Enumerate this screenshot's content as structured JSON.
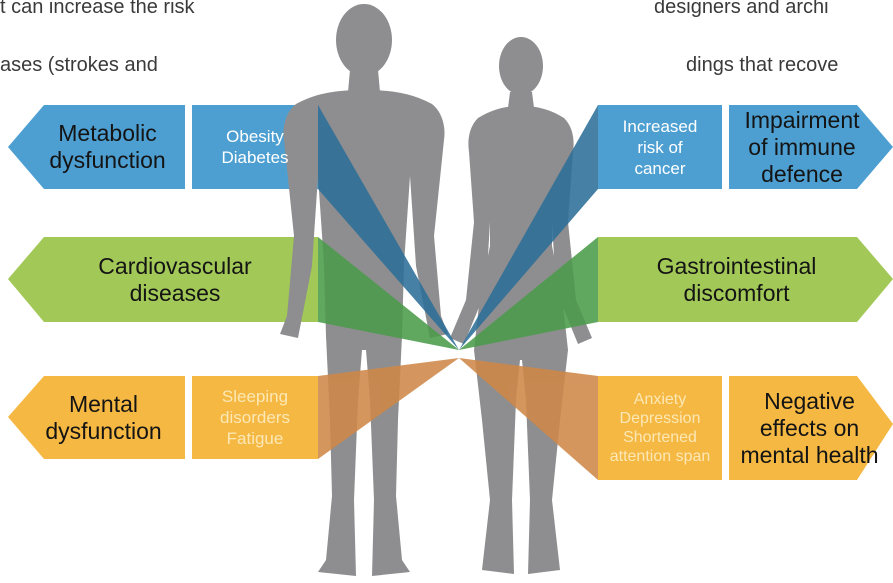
{
  "background_text": {
    "line1": "t can increase the risk",
    "line2": "ases (strokes and",
    "line3": "designers and archi",
    "line4": "dings that recove"
  },
  "colors": {
    "blue": "#4d9fd2",
    "green": "#a2c857",
    "orange": "#f4b843",
    "silhouette": "#8e8e90",
    "beam_blue": "#2d6f98",
    "beam_green": "#4b9b4b",
    "beam_orange": "#cf8848"
  },
  "left": {
    "metabolic": {
      "lines": [
        "Metabolic",
        "dysfunction"
      ]
    },
    "obesity": {
      "lines": [
        "Obesity",
        "Diabetes"
      ]
    },
    "cardio": {
      "lines": [
        "Cardiovascular",
        "diseases"
      ]
    },
    "mental": {
      "lines": [
        "Mental",
        "dysfunction"
      ]
    },
    "sleeping": {
      "lines": [
        "Sleeping",
        "disorders",
        "Fatigue"
      ]
    }
  },
  "right": {
    "cancer": {
      "lines": [
        "Increased",
        "risk of",
        "cancer"
      ]
    },
    "immune": {
      "lines": [
        "Impairment",
        "of immune",
        "defence"
      ]
    },
    "gastro": {
      "lines": [
        "Gastrointestinal",
        "discomfort"
      ]
    },
    "anxiety": {
      "lines": [
        "Anxiety",
        "Depression",
        "Shortened",
        "attention span"
      ]
    },
    "negative": {
      "lines": [
        "Negative",
        "effects on",
        "mental health"
      ]
    }
  }
}
